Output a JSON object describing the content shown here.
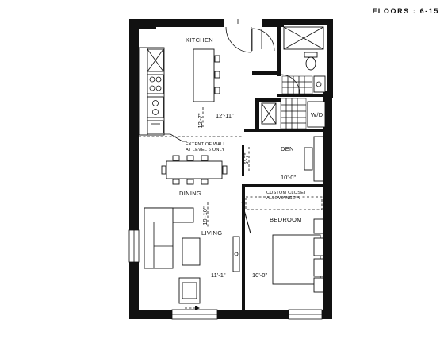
{
  "header": {
    "floors": "FLOORS : 6-15"
  },
  "rooms": {
    "kitchen": "KITCHEN",
    "dining": "DINING",
    "living": "LIVING",
    "den": "DEN",
    "bedroom": "BEDROOM",
    "wd": "W/D"
  },
  "notes": {
    "wall_line1": "EXTENT OF WALL",
    "wall_line2": "AT LEVEL 6 ONLY",
    "closet_line1": "CUSTOM CLOSET",
    "closet_line2": "ALLOWANCE A"
  },
  "dimensions": {
    "kitchen_vertical": "12'-7\"",
    "kitchen_horizontal": "12'-11\"",
    "den_vertical": "5'-7\"",
    "den_horizontal": "10'-0\"",
    "living_vertical": "19'-10\"",
    "living_horizontal": "11'-1\"",
    "bedroom_horizontal": "10'-0\""
  },
  "colors": {
    "wall": "#111111",
    "background": "#ffffff"
  }
}
